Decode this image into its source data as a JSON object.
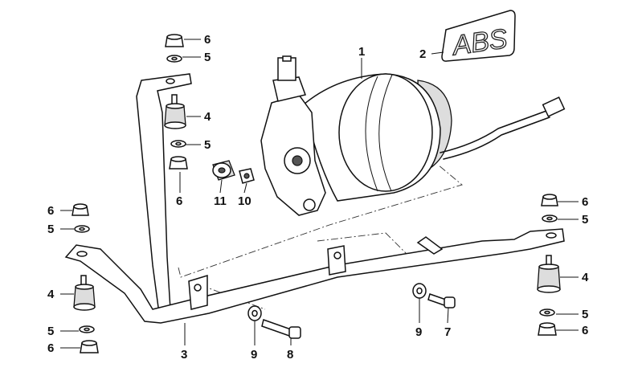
{
  "callouts": [
    {
      "id": "c1",
      "text": "1"
    },
    {
      "id": "c2",
      "text": "2"
    },
    {
      "id": "c3",
      "text": "3"
    },
    {
      "id": "c4a",
      "text": "4"
    },
    {
      "id": "c4b",
      "text": "4"
    },
    {
      "id": "c4c",
      "text": "4"
    },
    {
      "id": "c5a",
      "text": "5"
    },
    {
      "id": "c5b",
      "text": "5"
    },
    {
      "id": "c5c",
      "text": "5"
    },
    {
      "id": "c5d",
      "text": "5"
    },
    {
      "id": "c5e",
      "text": "5"
    },
    {
      "id": "c5f",
      "text": "5"
    },
    {
      "id": "c6a",
      "text": "6"
    },
    {
      "id": "c6b",
      "text": "6"
    },
    {
      "id": "c6c",
      "text": "6"
    },
    {
      "id": "c6d",
      "text": "6"
    },
    {
      "id": "c6e",
      "text": "6"
    },
    {
      "id": "c6f",
      "text": "6"
    },
    {
      "id": "c7",
      "text": "7"
    },
    {
      "id": "c8",
      "text": "8"
    },
    {
      "id": "c9a",
      "text": "9"
    },
    {
      "id": "c9b",
      "text": "9"
    },
    {
      "id": "c10",
      "text": "10"
    },
    {
      "id": "c11",
      "text": "11"
    }
  ],
  "emblem": {
    "text": "ABS"
  }
}
